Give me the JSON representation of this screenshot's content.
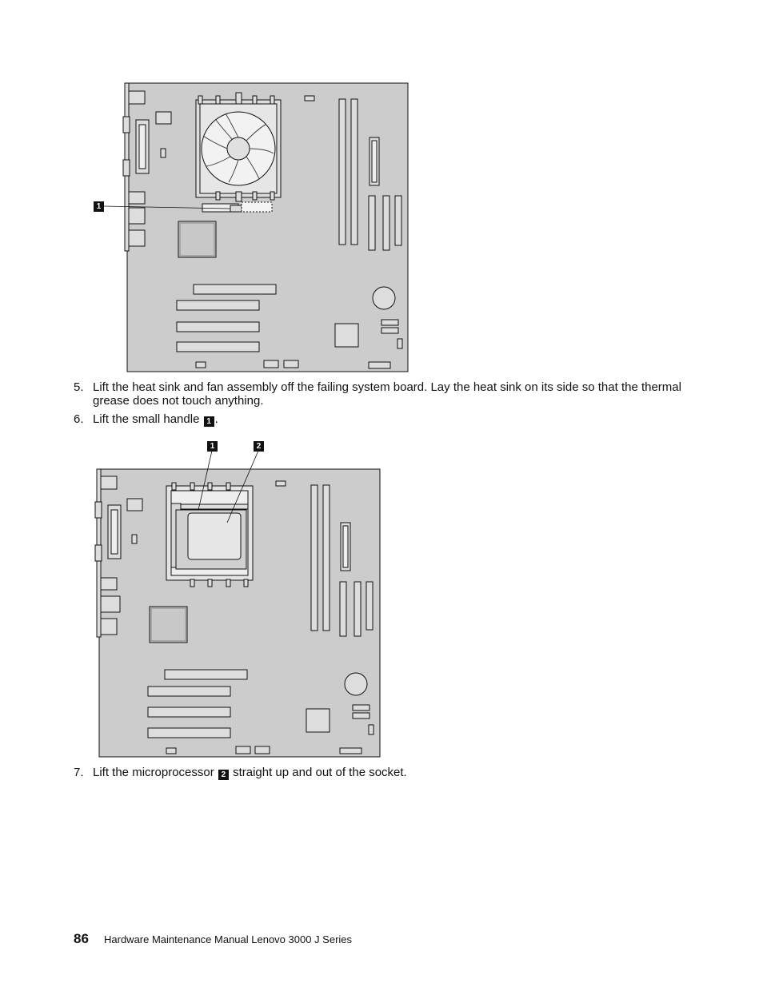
{
  "figure1": {
    "callout1": "1"
  },
  "steps": [
    {
      "number": "5.",
      "text": "Lift the heat sink and fan assembly off the failing system board. Lay the heat sink on its side so that the thermal grease does not touch anything."
    },
    {
      "number": "6.",
      "text_before": "Lift the small handle",
      "callout": "1",
      "text_after": "."
    },
    {
      "number": "7.",
      "text_before": "Lift the microprocessor",
      "callout": "2",
      "text_after": "straight up and out of the socket."
    }
  ],
  "figure2": {
    "callout1": "1",
    "callout2": "2"
  },
  "footer": {
    "page_number": "86",
    "title": "Hardware Maintenance Manual Lenovo 3000 J Series"
  },
  "colors": {
    "board": "#cccccc",
    "stroke": "#111111",
    "callout": "#111111"
  }
}
